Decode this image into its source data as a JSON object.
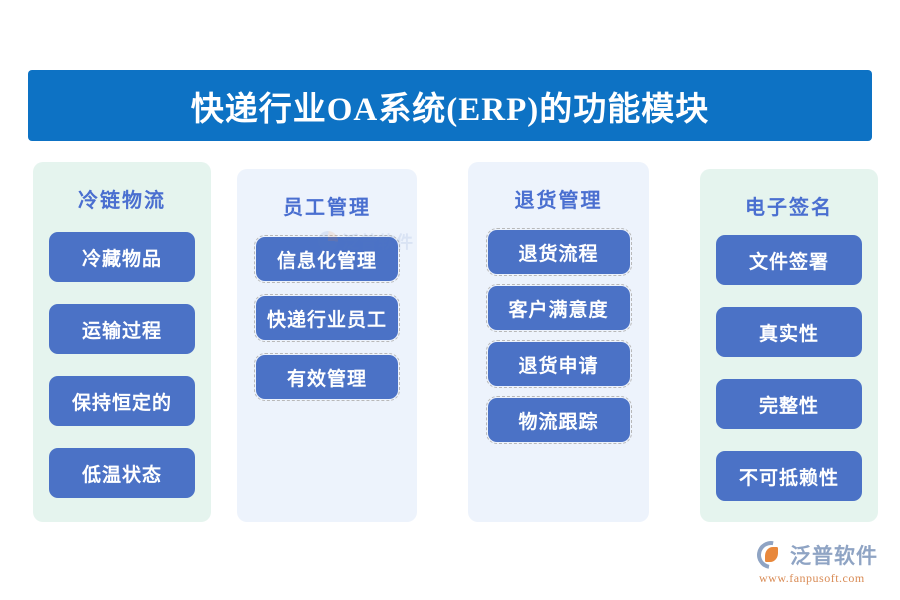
{
  "banner": {
    "title": "快递行业OA系统(ERP)的功能模块",
    "background_color": "#0d72c4",
    "text_color": "#ffffff"
  },
  "theme": {
    "pill_color": "#4b72c6",
    "pill_text_color": "#ffffff",
    "header_text_color": "#4a6fd0",
    "mint_panel_color": "#e5f4ee",
    "blue_panel_color": "#edf3fc"
  },
  "columns": [
    {
      "header": "冷链物流",
      "panel_style": "mint",
      "dashed": false,
      "items": [
        "冷藏物品",
        "运输过程",
        "保持恒定的",
        "低温状态"
      ]
    },
    {
      "header": "员工管理",
      "panel_style": "blue",
      "dashed": true,
      "items": [
        "信息化管理",
        "快递行业员工",
        "有效管理"
      ]
    },
    {
      "header": "退货管理",
      "panel_style": "blue",
      "dashed": true,
      "items": [
        "退货流程",
        "客户满意度",
        "退货申请",
        "物流跟踪"
      ]
    },
    {
      "header": "电子签名",
      "panel_style": "mint",
      "dashed": false,
      "items": [
        "文件签署",
        "真实性",
        "完整性",
        "不可抵赖性"
      ]
    }
  ],
  "watermark": {
    "text": "泛普软件"
  },
  "logo": {
    "name": "泛普软件",
    "url": "www.fanpusoft.com"
  }
}
